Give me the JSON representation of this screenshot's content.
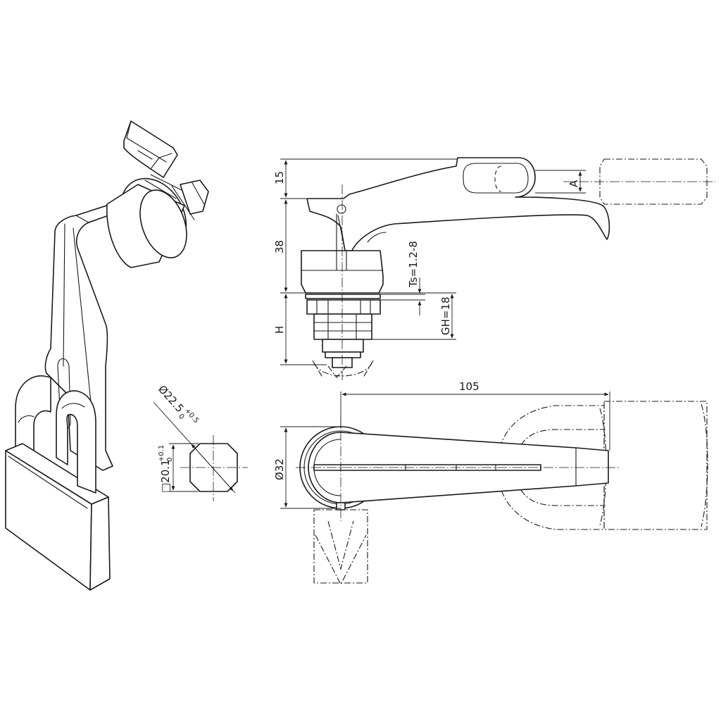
{
  "dimensions": {
    "top_height": "15",
    "lever_height": "38",
    "panel_depth": "H",
    "throw_offset": "A",
    "panel_thickness": "Ts=1.2-8",
    "housing_height": "GH=18",
    "lever_length": "105",
    "flange_diameter": "Ø32",
    "cutout_diameter": "Ø22.5",
    "cutout_diameter_tol": "+0.5",
    "cutout_diameter_tol_lo": "0",
    "cutout_flat": "□20.1",
    "cutout_flat_tol": "+0.1",
    "cutout_flat_tol_lo": "0"
  }
}
